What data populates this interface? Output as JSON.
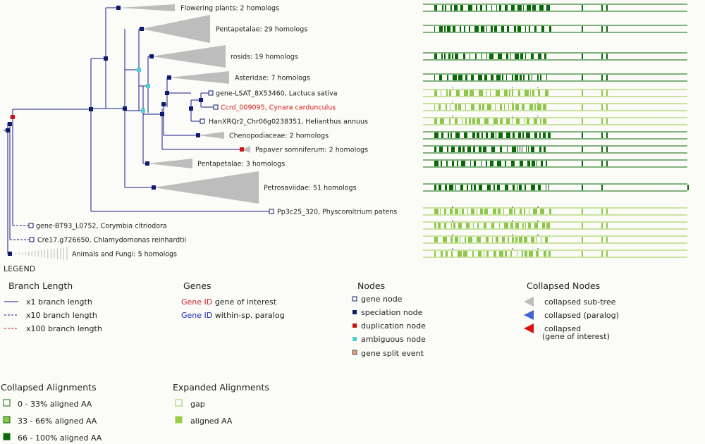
{
  "tree": {
    "leaves": [
      {
        "label": "Flowering plants: 2 homologs",
        "gene_of_interest": false
      },
      {
        "label": "Pentapetalae: 29 homologs",
        "gene_of_interest": false
      },
      {
        "label": "rosids: 19 homologs",
        "gene_of_interest": false
      },
      {
        "label": "Asteridae: 7 homologs",
        "gene_of_interest": false
      },
      {
        "label": "gene-LSAT_8X53460, Lactuca sativa",
        "gene_of_interest": false
      },
      {
        "label": "Ccrd_009095, Cynara cardunculus",
        "gene_of_interest": true
      },
      {
        "label": "HanXRQr2_Chr06g0238351, Helianthus annuus",
        "gene_of_interest": false
      },
      {
        "label": "Chenopodiaceae: 2 homologs",
        "gene_of_interest": false
      },
      {
        "label": "Papaver somniferum: 2 homologs",
        "gene_of_interest": false
      },
      {
        "label": "Pentapetalae: 3 homologs",
        "gene_of_interest": false
      },
      {
        "label": "Petrosaviidae: 51 homologs",
        "gene_of_interest": false
      },
      {
        "label": "Pp3c25_320, Physcomitrium patens",
        "gene_of_interest": false
      },
      {
        "label": "gene-BT93_L0752, Corymbia citriodora",
        "gene_of_interest": false
      },
      {
        "label": "Cre17.g726650, Chlamydomonas reinhardtii",
        "gene_of_interest": false
      },
      {
        "label": "Animals and Fungi: 5 homologs",
        "gene_of_interest": false
      }
    ]
  },
  "legend": {
    "title": "LEGEND",
    "branch_length": {
      "heading": "Branch Length",
      "items": [
        "x1 branch length",
        "x10 branch length",
        "x100 branch length"
      ]
    },
    "genes": {
      "heading": "Genes",
      "interest_id": "Gene ID",
      "interest_text": "gene of interest",
      "paralog_id": "Gene ID",
      "paralog_text": "within-sp. paralog"
    },
    "nodes": {
      "heading": "Nodes",
      "items": [
        "gene node",
        "speciation node",
        "duplication node",
        "ambiguous node",
        "gene split event"
      ]
    },
    "collapsed_nodes": {
      "heading": "Collapsed Nodes",
      "items": [
        "collapsed sub-tree",
        "collapsed (paralog)",
        "collapsed",
        "(gene of interest)"
      ]
    },
    "collapsed_alignments": {
      "heading": "Collapsed Alignments",
      "items": [
        "0 - 33% aligned AA",
        "33 - 66% aligned AA",
        "66 - 100% aligned AA"
      ]
    },
    "expanded_alignments": {
      "heading": "Expanded Alignments",
      "items": [
        "gap",
        "aligned AA"
      ]
    }
  },
  "colors": {
    "branch": "#1a1a8c",
    "speciation": "#0d1b6e",
    "duplication": "#cc1111",
    "ambiguous": "#4fd0d8",
    "gene_split": "#e8a070",
    "collapsed": "#bdbdbd",
    "collapsed_paralog": "#4466cc",
    "collapsed_goi": "#dd1111",
    "dark_green": "#0a6a0a",
    "mid_green": "#8fc74a",
    "light_green": "#9acd4a"
  }
}
